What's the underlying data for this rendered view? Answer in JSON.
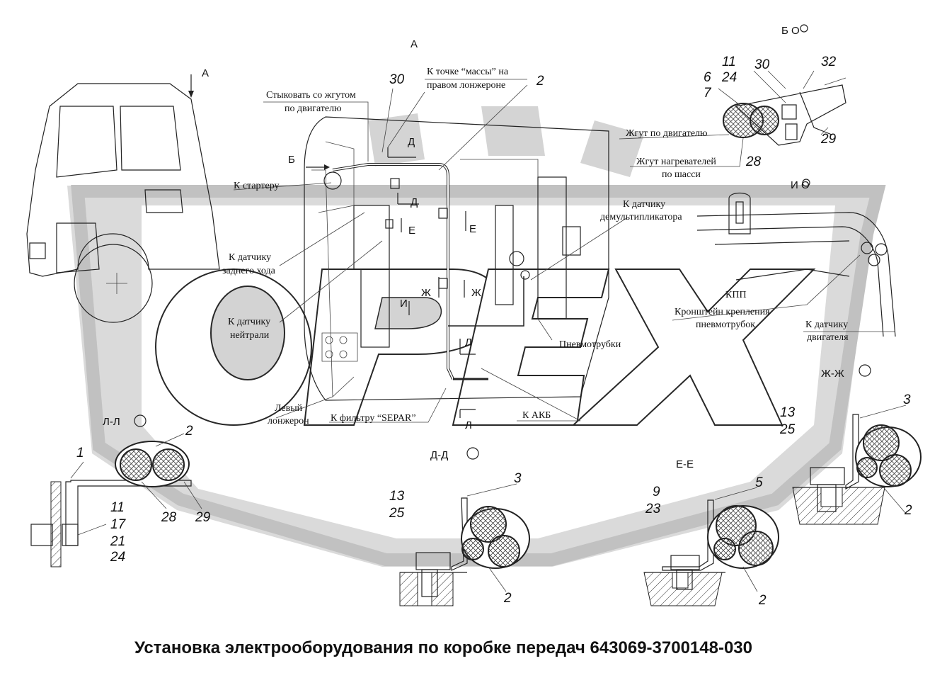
{
  "title": "Установка электрооборудования по коробке передач 643069-3700148-030",
  "watermark": "OPEX",
  "view_labels": {
    "a_top": "А",
    "a_cab": "А",
    "bo": "Б О",
    "io": "И О",
    "zhzh": "Ж-Ж",
    "ll": "Л-Л",
    "dd": "Д-Д",
    "ee": "Е-Е"
  },
  "callouts": {
    "join_harness": [
      "Стыковать со жгутом",
      "по двигателю"
    ],
    "ground_point": [
      "К точке “массы” на",
      "правом лонжероне"
    ],
    "starter": "К стартеру",
    "reverse_sensor": [
      "К датчику",
      "заднего хода"
    ],
    "neutral_sensor": [
      "К датчику",
      "нейтрали"
    ],
    "left_rail": [
      "Левый",
      "лонжерон"
    ],
    "separ_filter": "К фильтру “SEPAR”",
    "akb": "К АКБ",
    "pneumo": "Пневмотрубки",
    "demult_sensor": [
      "К датчику",
      "демультипликатора"
    ],
    "engine_harness": "Жгут по двигателю",
    "heater_harness": [
      "Жгут нагревателей",
      "по шасси"
    ],
    "kpp": "КПП",
    "bracket": [
      "Кронштейн крепления",
      "пневмотрубок"
    ],
    "engine_sensor": [
      "К датчику",
      "двигателя"
    ]
  },
  "cut_letters": {
    "b": "Б",
    "d1": "Д",
    "d2": "Д",
    "e1": "Е",
    "e2": "Е",
    "zh1": "Ж",
    "zh2": "Ж",
    "i": "И",
    "l1": "Л",
    "l2": "Л"
  },
  "numbers": {
    "main_30": "30",
    "main_2": "2",
    "bo_11_24": [
      "11",
      "24"
    ],
    "bo_30": "30",
    "bo_32": "32",
    "bo_6_7": [
      "6",
      "7"
    ],
    "bo_29": "29",
    "bo_28": "28",
    "ll_1": "1",
    "ll_2": "2",
    "ll_28": "28",
    "ll_29": "29",
    "ll_bolt": [
      "11",
      "17",
      "21",
      "24"
    ],
    "dd_3": "3",
    "dd_13_25": [
      "13",
      "25"
    ],
    "dd_2": "2",
    "ee_5": "5",
    "ee_9_23": [
      "9",
      "23"
    ],
    "ee_2": "2",
    "zh_3": "3",
    "zh_13_25": [
      "13",
      "25"
    ],
    "zh_2": "2"
  }
}
